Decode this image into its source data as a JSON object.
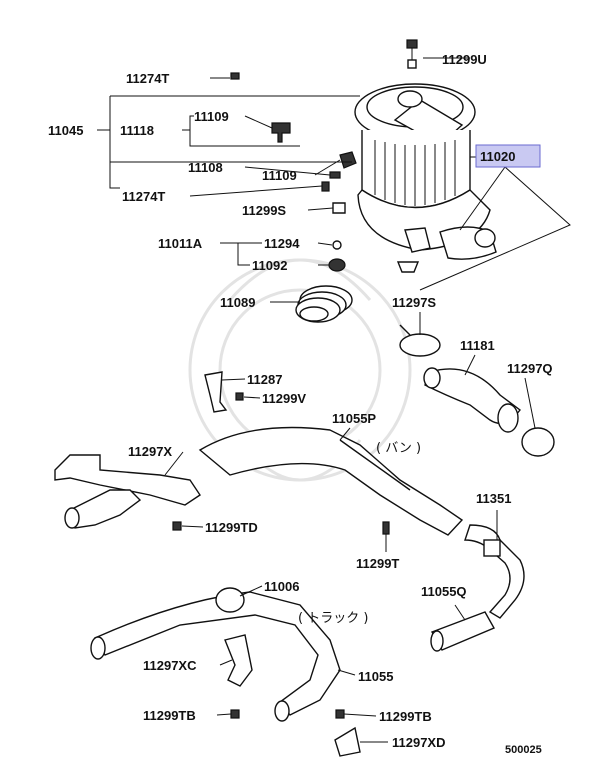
{
  "diagram_code": "500025",
  "highlight_color": "#c9c9f2",
  "labels": {
    "p11299U": "11299U",
    "p11274T_top": "11274T",
    "p11045": "11045",
    "p11118": "11118",
    "p11109_a": "11109",
    "p11020": "11020",
    "p11108": "11108",
    "p11109_b": "11109",
    "p11274T_bot": "11274T",
    "p11299S": "11299S",
    "p11011A": "11011A",
    "p11294": "11294",
    "p11092": "11092",
    "p11089": "11089",
    "p11297S": "11297S",
    "p11181": "11181",
    "p11297Q": "11297Q",
    "p11287": "11287",
    "p11299V": "11299V",
    "p11055P": "11055P",
    "p11297X": "11297X",
    "p11299TD": "11299TD",
    "p11351": "11351",
    "p11299T": "11299T",
    "p11006": "11006",
    "p11055Q": "11055Q",
    "p11297XC": "11297XC",
    "p11055": "11055",
    "p11299TB_l": "11299TB",
    "p11299TB_r": "11299TB",
    "p11297XD": "11297XD"
  },
  "notes": {
    "van": "( バン )",
    "truck": "( トラック )"
  }
}
